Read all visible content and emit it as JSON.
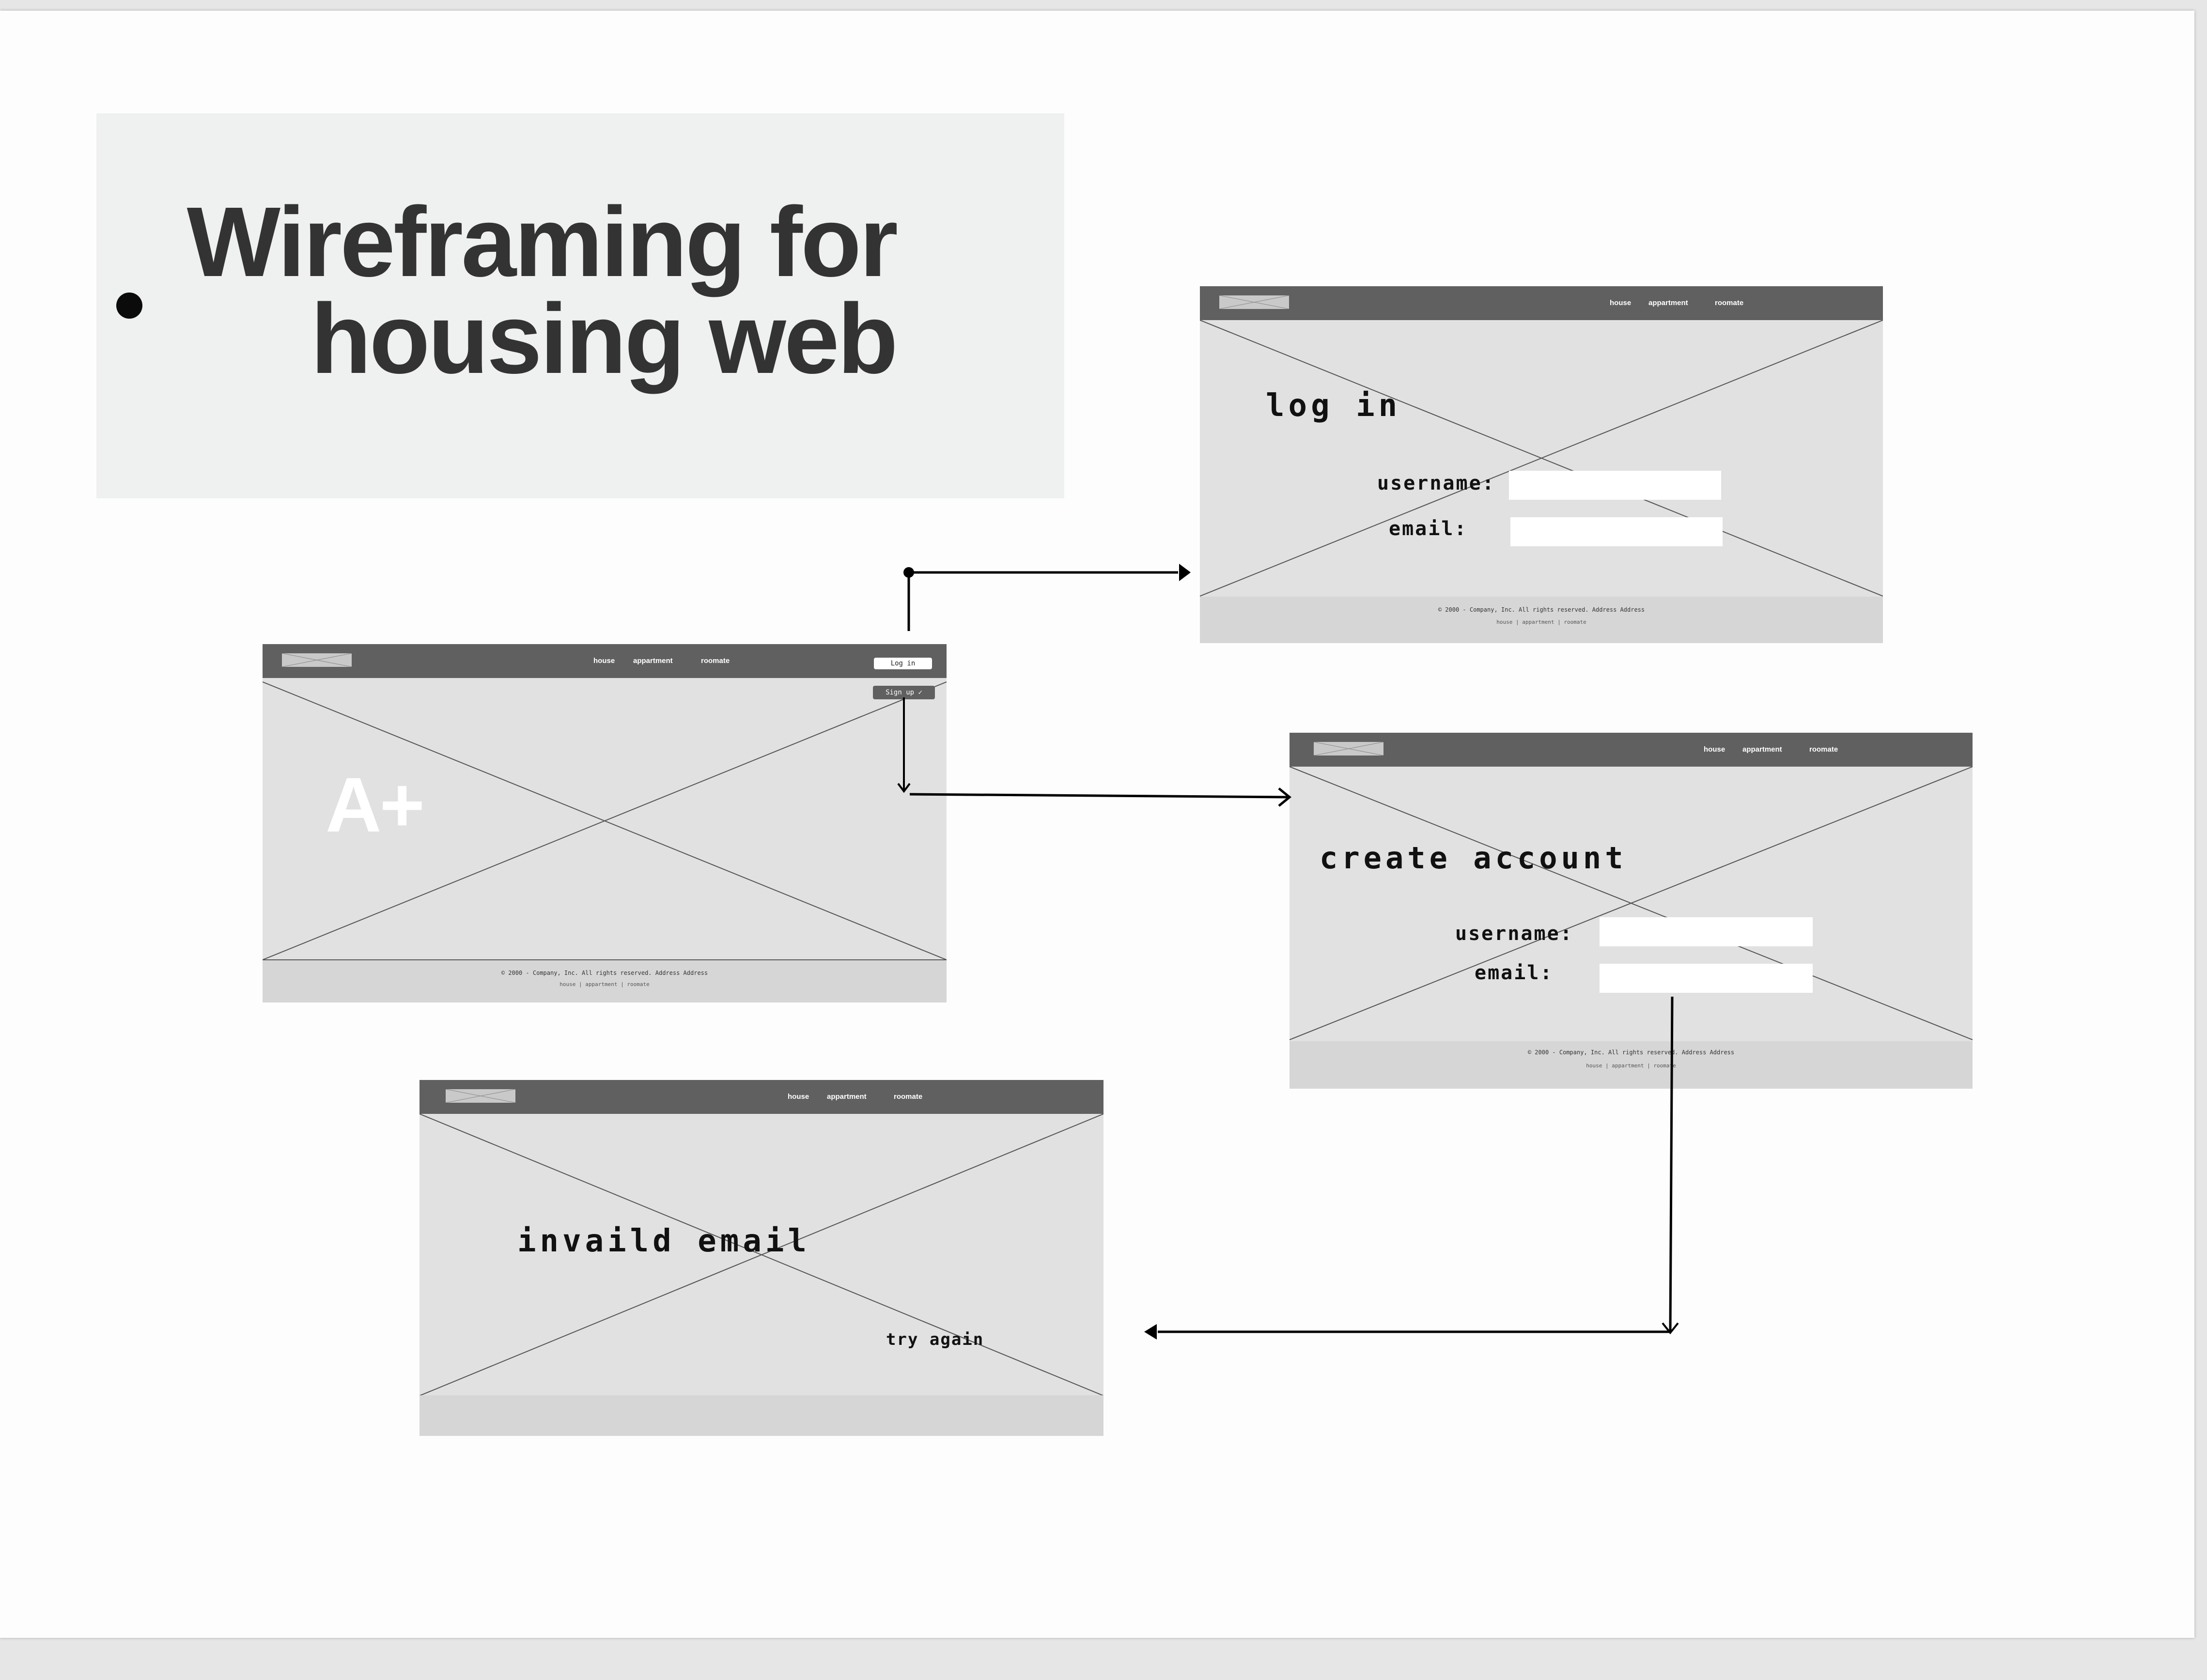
{
  "title": {
    "line1": "Wireframing for",
    "line2": "housing web"
  },
  "nav": {
    "links": [
      "house",
      "appartment",
      "roomate"
    ]
  },
  "footer": {
    "copyright": "© 2000 - Company, Inc. All rights reserved. Address Address",
    "links": "house | appartment | roomate"
  },
  "home": {
    "login_button": "Log in",
    "signup_button": "Sign up ✓",
    "hero_text": "A+"
  },
  "login": {
    "heading": "log in",
    "username_label": "username:",
    "email_label": "email:"
  },
  "create_account": {
    "heading": "create account",
    "username_label": "username:",
    "email_label": "email:"
  },
  "invalid_email": {
    "heading": "invaild email",
    "retry_text": "try again"
  },
  "colors": {
    "navbar": "#606060",
    "frame_bg": "#e1e1e1",
    "footer_bg": "#d6d6d6",
    "title_text": "#333333",
    "title_card": "#eff0f0"
  }
}
